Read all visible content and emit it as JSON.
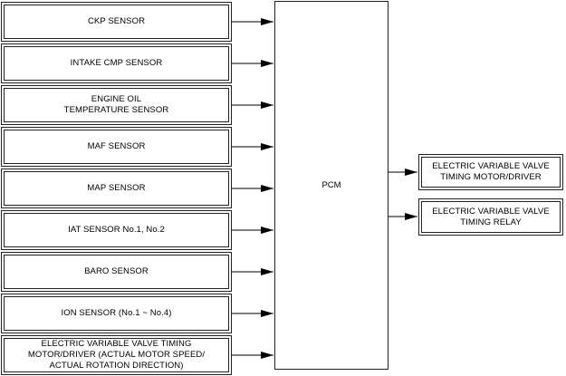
{
  "pcm": {
    "label": "PCM"
  },
  "inputs": [
    {
      "label": "CKP SENSOR"
    },
    {
      "label": "INTAKE CMP SENSOR"
    },
    {
      "label": "ENGINE OIL\nTEMPERATURE SENSOR"
    },
    {
      "label": "MAF SENSOR"
    },
    {
      "label": "MAP SENSOR"
    },
    {
      "label": "IAT SENSOR No.1, No.2"
    },
    {
      "label": "BARO SENSOR"
    },
    {
      "label": "ION SENSOR (No.1 ~ No.4)"
    },
    {
      "label": "ELECTRIC VARIABLE VALVE TIMING\nMOTOR/DRIVER (ACTUAL MOTOR SPEED/\nACTUAL ROTATION DIRECTION)"
    }
  ],
  "outputs": [
    {
      "label": "ELECTRIC VARIABLE VALVE\nTIMING MOTOR/DRIVER"
    },
    {
      "label": "ELECTRIC VARIABLE VALVE\nTIMING RELAY"
    }
  ]
}
